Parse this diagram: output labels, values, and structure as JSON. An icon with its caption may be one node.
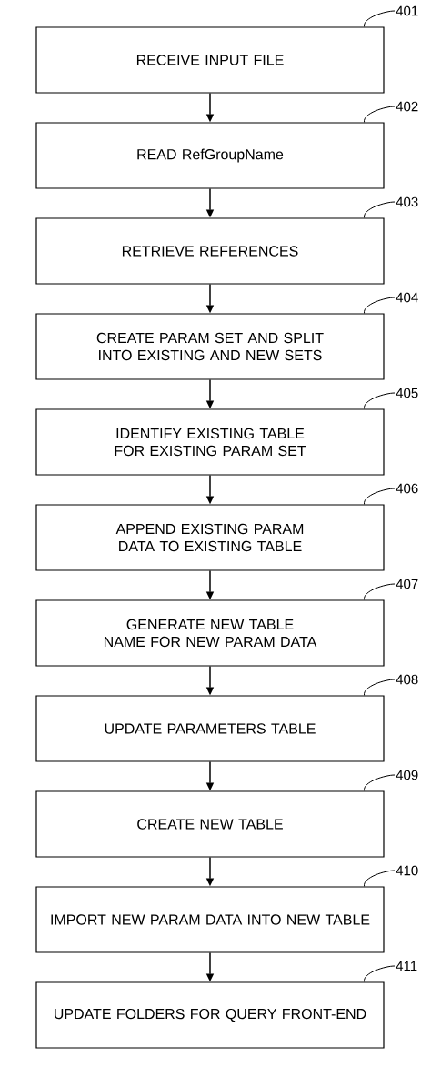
{
  "diagram": {
    "nodes": [
      {
        "text": [
          "RECEIVE INPUT FILE"
        ]
      },
      {
        "text": [
          "READ RefGroupName"
        ]
      },
      {
        "text": [
          "RETRIEVE REFERENCES"
        ]
      },
      {
        "text": [
          "CREATE PARAM SET AND SPLIT INTO EXISTING AND NEW SETS"
        ]
      },
      {
        "text": [
          "IDENTIFY EXISTING TABLE FOR EXISTING PARAM SET"
        ]
      },
      {
        "text": [
          "APPEND EXISTING PARAM DATA TO EXISTING TABLE"
        ]
      },
      {
        "text": [
          "GENERATE NEW TABLE NAME FOR NEW PARAM DATA"
        ]
      },
      {
        "text": [
          "UPDATE PARAMETERS TABLE"
        ]
      },
      {
        "text": [
          "CREATE NEW TABLE"
        ]
      },
      {
        "text": [
          "IMPORT NEW PARAM DATA INTO NEW TABLE"
        ]
      },
      {
        "text": [
          "UPDATE FOLDERS FOR QUERY FRONT-END"
        ]
      },
      {
        "text": [
          "401"
        ]
      },
      {
        "text": [
          "402"
        ]
      },
      {
        "text": [
          "403"
        ]
      },
      {
        "text": [
          "404"
        ]
      },
      {
        "text": [
          "405"
        ]
      },
      {
        "text": [
          "406"
        ]
      },
      {
        "text": [
          "407"
        ]
      },
      {
        "text": [
          "408"
        ]
      },
      {
        "text": [
          "409"
        ]
      },
      {
        "text": [
          "410"
        ]
      },
      {
        "text": [
          "411"
        ]
      }
    ],
    "edges": [
      {
        "from": 0,
        "to": 1,
        "arrow": "to"
      },
      {
        "from": 1,
        "to": 2,
        "arrow": "to"
      },
      {
        "from": 2,
        "to": 3,
        "arrow": "to"
      },
      {
        "from": 3,
        "to": 4,
        "arrow": "to"
      },
      {
        "from": 4,
        "to": 5,
        "arrow": "to"
      },
      {
        "from": 5,
        "to": 6,
        "arrow": "to"
      },
      {
        "from": 6,
        "to": 7,
        "arrow": "to"
      },
      {
        "from": 7,
        "to": 8,
        "arrow": "to"
      },
      {
        "from": 8,
        "to": 9,
        "arrow": "to"
      },
      {
        "from": 9,
        "to": 10,
        "arrow": "to"
      },
      {
        "from": 11,
        "to": 0,
        "arrow": "none"
      },
      {
        "from": 12,
        "to": 1,
        "arrow": "none"
      },
      {
        "from": 13,
        "to": 2,
        "arrow": "none"
      },
      {
        "from": 14,
        "to": 3,
        "arrow": "none"
      },
      {
        "from": 15,
        "to": 4,
        "arrow": "none"
      },
      {
        "from": 16,
        "to": 5,
        "arrow": "none"
      },
      {
        "from": 17,
        "to": 6,
        "arrow": "none"
      },
      {
        "from": 18,
        "to": 7,
        "arrow": "none"
      },
      {
        "from": 19,
        "to": 8,
        "arrow": "none"
      },
      {
        "from": 20,
        "to": 9,
        "arrow": "none"
      },
      {
        "from": 21,
        "to": 10,
        "arrow": "none"
      }
    ]
  }
}
